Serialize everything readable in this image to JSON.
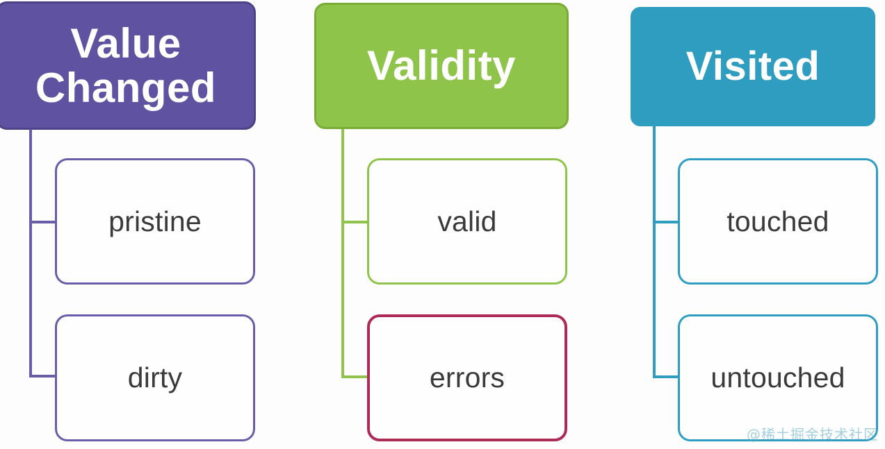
{
  "diagram": {
    "title_columns": [
      {
        "id": "value-changed",
        "label": "Value\nChanged",
        "label_line1": "Value",
        "label_line2": "Changed",
        "fill_color": "#5f52a0",
        "border_color": "#4e4287",
        "connector_color": "#6a5da8",
        "children": [
          {
            "label": "pristine",
            "border_color": "#6a5da8"
          },
          {
            "label": "dirty",
            "border_color": "#6a5da8"
          }
        ]
      },
      {
        "id": "validity",
        "label": "Validity",
        "label_line1": "Validity",
        "label_line2": "",
        "fill_color": "#8ec449",
        "border_color": "#79ab36",
        "connector_color": "#8ec449",
        "children": [
          {
            "label": "valid",
            "border_color": "#8ec449"
          },
          {
            "label": "errors",
            "border_color": "#ad2a55"
          }
        ]
      },
      {
        "id": "visited",
        "label": "Visited",
        "label_line1": "Visited",
        "label_line2": "",
        "fill_color": "#2f9dc0",
        "border_color": "#2f9dc0",
        "connector_color": "#2f9dc0",
        "children": [
          {
            "label": "touched",
            "border_color": "#2f9dc0"
          },
          {
            "label": "untouched",
            "border_color": "#2f9dc0"
          }
        ]
      }
    ],
    "text_color": "#3a3a3a",
    "background_color": "#fdfdfd"
  },
  "watermark": {
    "text": "@稀土掘金技术社区",
    "color": "#5aa9c4"
  }
}
